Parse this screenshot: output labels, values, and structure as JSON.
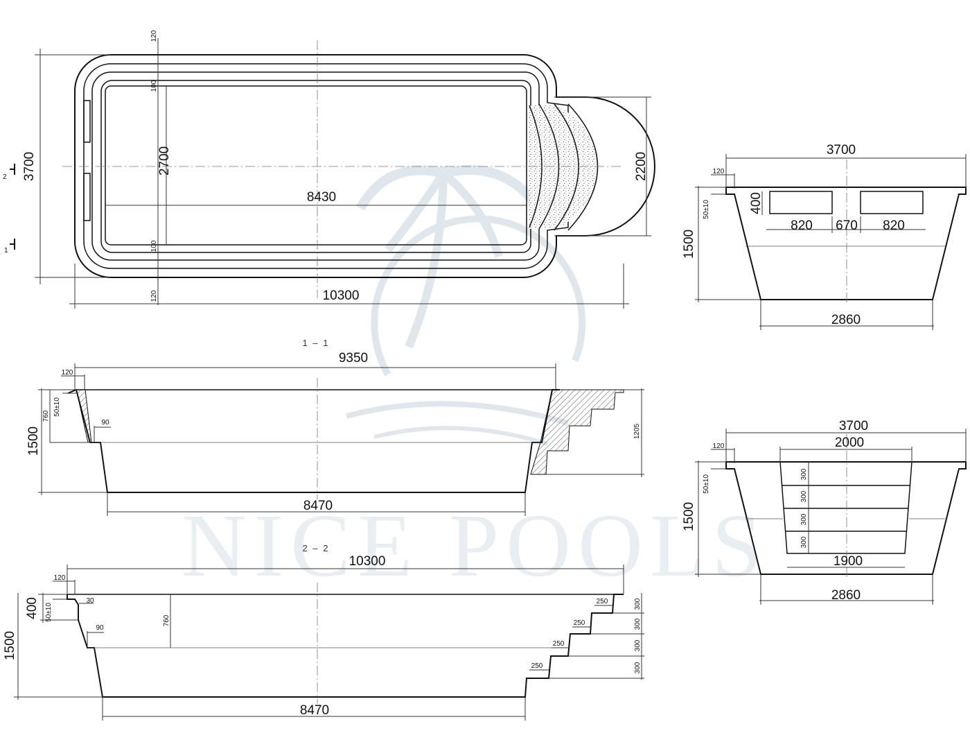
{
  "watermark": {
    "brand": "NICE POOLS",
    "logo_icon": "palm-tree-sunset-logo-icon"
  },
  "plan_view": {
    "overall_length": "10300",
    "overall_width": "3700",
    "inner_length": "8430",
    "inner_width": "2700",
    "step_width": "2200",
    "rim_top": "120",
    "inner_offset_top": "100",
    "inner_offset_bottom": "100",
    "rim_bottom": "120",
    "cut_marker_1": "1",
    "cut_marker_2": "2"
  },
  "cross_section_a": {
    "top_width": "3700",
    "rim": "120",
    "rim_height": "50±10",
    "box_height": "400",
    "depth": "1500",
    "opening_left": "820",
    "opening_gap": "670",
    "opening_right": "820",
    "bottom_width": "2860"
  },
  "cross_section_b": {
    "top_width": "3700",
    "rim": "120",
    "stair_width": "2000",
    "rim_height": "50±10",
    "depth": "1500",
    "riser_1": "300",
    "riser_2": "300",
    "riser_3": "300",
    "riser_4": "300",
    "stair_bottom_width": "1900",
    "bottom_width": "2860"
  },
  "section_1": {
    "label": "1 – 1",
    "top_length": "9350",
    "rim": "120",
    "rim_height": "50±10",
    "shelf_height": "760",
    "shelf_offset": "90",
    "depth": "1500",
    "step_height": "1205",
    "bottom_length": "8470"
  },
  "section_2": {
    "label": "2 – 2",
    "top_length": "10300",
    "rim": "120",
    "box_height": "400",
    "rim_height": "50±10",
    "lip": "30",
    "shelf_offset": "90",
    "shelf_height": "760",
    "depth": "1500",
    "tread_1": "250",
    "tread_2": "250",
    "tread_3": "250",
    "tread_4": "250",
    "riser_1": "300",
    "riser_2": "300",
    "riser_3": "300",
    "riser_4": "300",
    "bottom_length": "8470"
  }
}
